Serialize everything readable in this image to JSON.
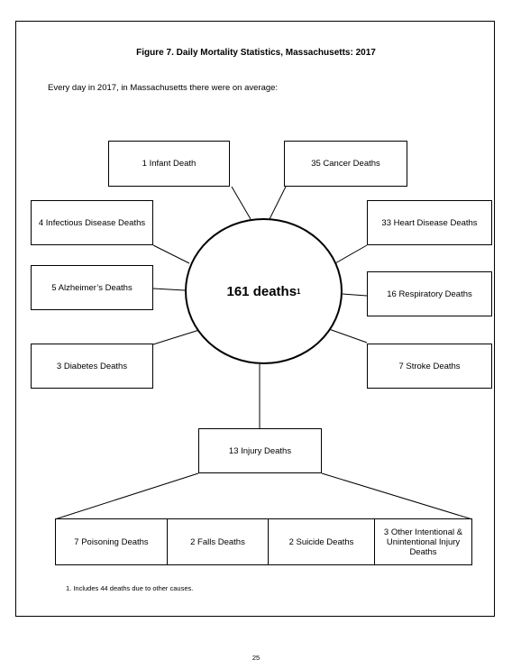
{
  "figure_title": "Figure 7.  Daily Mortality Statistics, Massachusetts: 2017",
  "intro": "Every day in 2017, in Massachusetts there were on average:",
  "center": {
    "label": "161 deaths",
    "superscript": "1"
  },
  "causes": {
    "infant": "1 Infant Death",
    "cancer": "35 Cancer Deaths",
    "infectious": "4 Infectious Disease Deaths",
    "heart": "33 Heart Disease Deaths",
    "alzheimers": "5 Alzheimer’s Deaths",
    "respiratory": "16 Respiratory Deaths",
    "diabetes": "3 Diabetes Deaths",
    "stroke": "7 Stroke Deaths",
    "injury": "13 Injury Deaths"
  },
  "injury_breakdown": [
    "7 Poisoning Deaths",
    "2 Falls Deaths",
    "2 Suicide Deaths",
    "3 Other Intentional & Unintentional Injury Deaths"
  ],
  "footnote": "1.   Includes 44 deaths due to other causes.",
  "page_number": "25"
}
